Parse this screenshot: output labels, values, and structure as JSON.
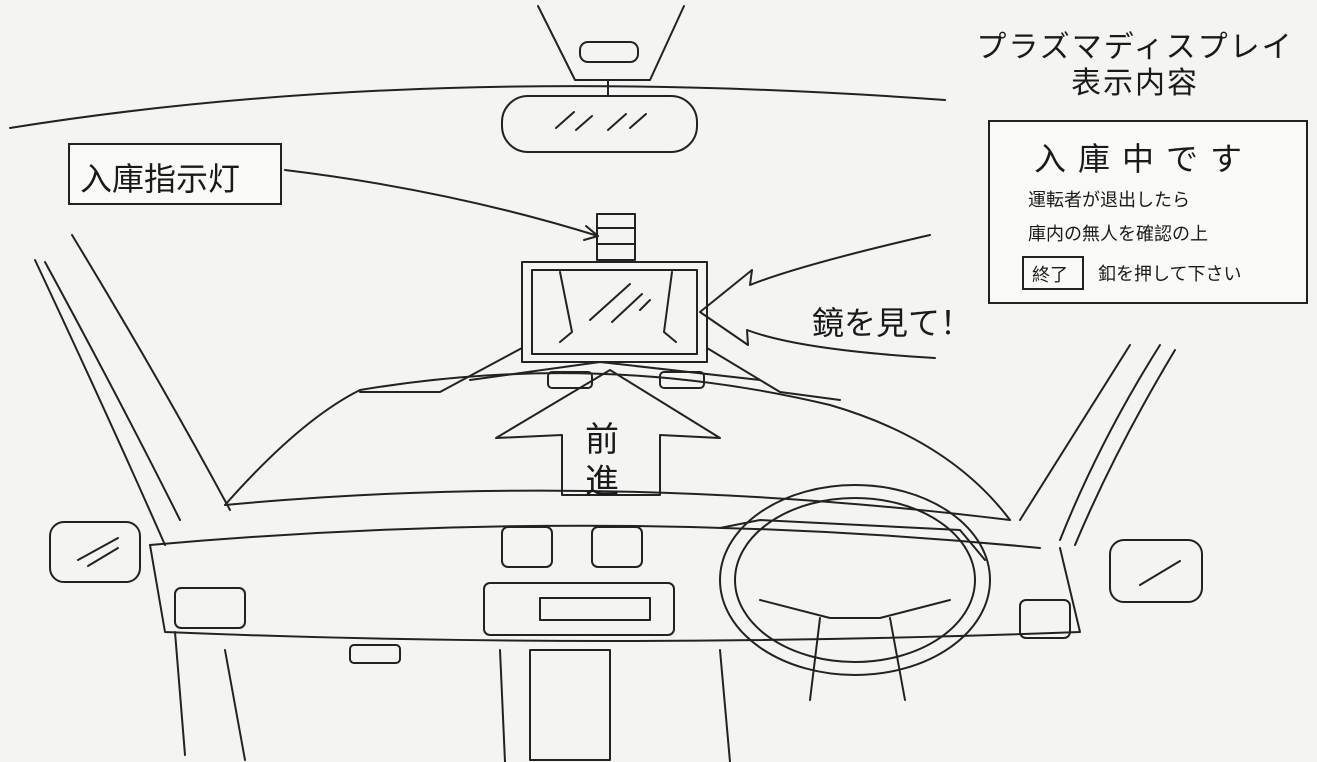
{
  "indicator_label": "入庫指示灯",
  "mirror_callout": "鏡を見て！",
  "forward_arrow": [
    "前",
    "進"
  ],
  "plasma_display": {
    "title_line1": "プラズマディスプレイ",
    "title_line2": "表示内容",
    "headline": "入庫中です",
    "line1": "運転者が退出したら",
    "line2": "庫内の無人を確認の上",
    "end_button": "終了",
    "line3": "釦を押して下さい"
  },
  "colors": {
    "ink": "#222222",
    "paper": "#f4f4f2"
  }
}
